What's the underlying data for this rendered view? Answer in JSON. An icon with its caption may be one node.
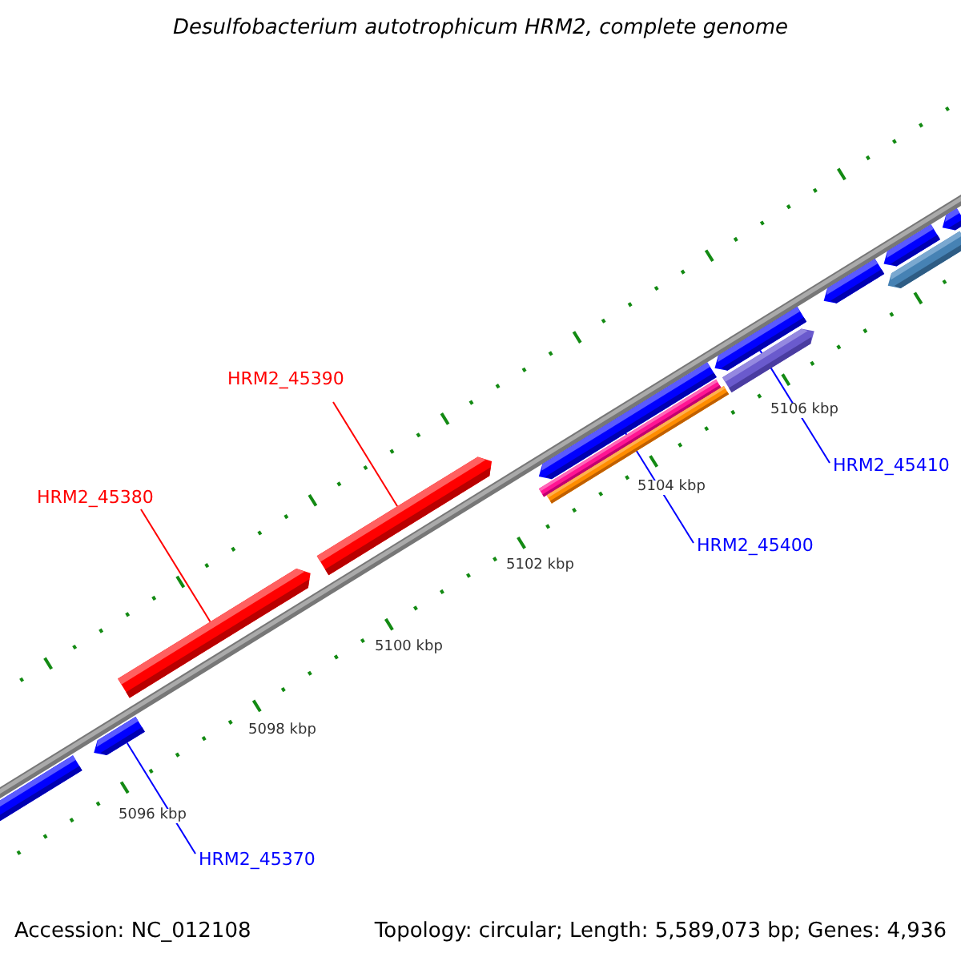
{
  "diagram": {
    "title": "Desulfobacterium autotrophicum HRM2, complete genome",
    "nodes": [
      {
        "text": [
          "HRM2_45390"
        ]
      },
      {
        "text": [
          "HRM2_45380"
        ]
      },
      {
        "text": [
          "HRM2_45410"
        ]
      },
      {
        "text": [
          "HRM2_45400"
        ]
      },
      {
        "text": [
          "HRM2_45370"
        ]
      },
      {
        "text": [],
        "shape": "bar"
      },
      {
        "text": [],
        "shape": "bar"
      },
      {
        "text": [],
        "shape": "bar"
      },
      {
        "text": [],
        "shape": "bar"
      },
      {
        "text": [],
        "shape": "bar"
      },
      {
        "text": [],
        "shape": "bar"
      },
      {
        "text": [],
        "shape": "bar"
      },
      {
        "text": [],
        "shape": "bar"
      },
      {
        "text": [],
        "shape": "bar"
      },
      {
        "text": [],
        "shape": "bar"
      },
      {
        "text": [],
        "shape": "bar"
      },
      {
        "text": [],
        "shape": "bar"
      },
      {
        "text": [],
        "shape": "bar"
      }
    ],
    "edges": [
      {
        "from": 1,
        "to": 7,
        "arrow": "none",
        "color": "#ff0000"
      },
      {
        "from": 0,
        "to": 8,
        "arrow": "none",
        "color": "#ff0000"
      },
      {
        "from": 3,
        "to": 9,
        "arrow": "none"
      },
      {
        "from": 2,
        "to": 12,
        "arrow": "none"
      },
      {
        "from": 4,
        "to": 6,
        "arrow": "none"
      }
    ],
    "labels": [
      "5106 kbp",
      "5104 kbp",
      "5102 kbp",
      "5100 kbp",
      "5098 kbp",
      "5096 kbp",
      "Accession: NC_012108",
      "Topology: circular; Length: 5,589,073 bp; Genes: 4,936"
    ]
  }
}
